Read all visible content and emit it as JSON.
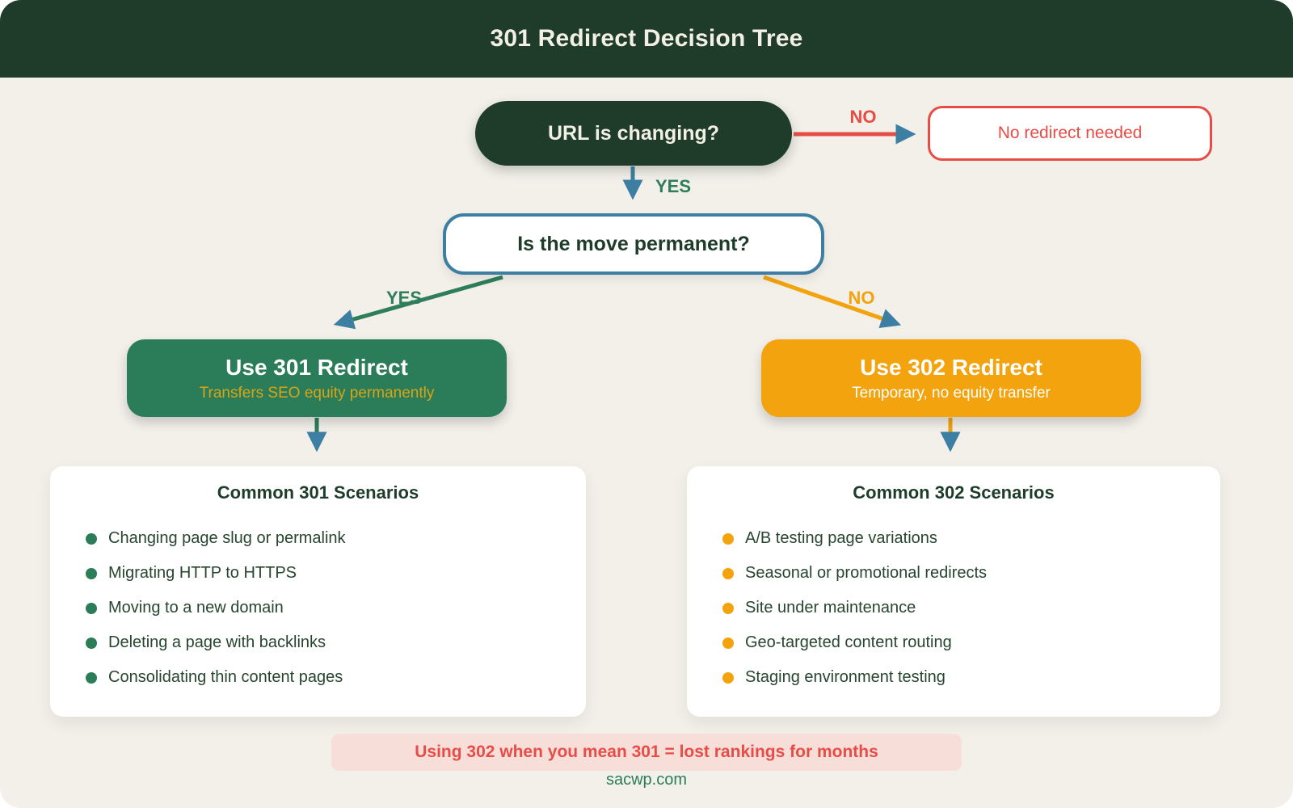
{
  "title": "301 Redirect Decision Tree",
  "nodes": {
    "root": {
      "label": "URL is changing?"
    },
    "no_redirect": {
      "label": "No redirect needed"
    },
    "permanent": {
      "label": "Is the move permanent?"
    },
    "use_301": {
      "title": "Use 301 Redirect",
      "subtitle": "Transfers SEO equity permanently"
    },
    "use_302": {
      "title": "Use 302 Redirect",
      "subtitle": "Temporary, no equity transfer"
    }
  },
  "edges": {
    "root_no": "NO",
    "root_yes": "YES",
    "permanent_yes": "YES",
    "permanent_no": "NO"
  },
  "cards": [
    {
      "heading": "Common 301 Scenarios",
      "items": [
        "Changing page slug or permalink",
        "Migrating HTTP to HTTPS",
        "Moving to a new domain",
        "Deleting a page with backlinks",
        "Consolidating thin content pages"
      ]
    },
    {
      "heading": "Common 302 Scenarios",
      "items": [
        "A/B testing page variations",
        "Seasonal or promotional redirects",
        "Site under maintenance",
        "Geo-targeted content routing",
        "Staging environment testing"
      ]
    }
  ],
  "warning": "Using 302 when you mean 301 = lost rankings for months",
  "footer": "sacwp.com",
  "colors": {
    "header_green": "#1e3c29",
    "background_cream": "#f3efe9",
    "green": "#2b7d59",
    "orange": "#f2a30d",
    "red": "#e84c47",
    "arrow_blue": "#3d7fa3",
    "gold": "#d9a415",
    "warning_pink": "#f8ded9"
  }
}
